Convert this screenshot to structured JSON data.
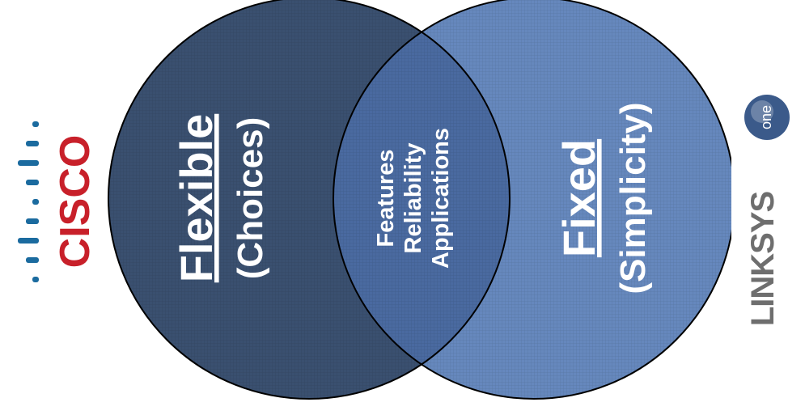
{
  "logos": {
    "left": {
      "name": "cisco"
    },
    "right": {
      "name": "Linksys One",
      "wordmark": "LINKSYS",
      "badge": "one"
    }
  },
  "venn": {
    "left_circle": {
      "title": "Flexible",
      "subtitle": "(Choices)"
    },
    "right_circle": {
      "title": "Fixed",
      "subtitle": "(Simplicity)"
    },
    "intersection": {
      "lines": [
        "Features",
        "Reliability",
        "Applications"
      ]
    }
  },
  "colors": {
    "left_fill": "#3a5070",
    "right_fill": "#6688bd",
    "intersection_fill": "#4a6aa0",
    "outline": "#000000",
    "text": "#ffffff",
    "cisco_red": "#c8202a",
    "cisco_blue": "#1b6b9f",
    "linksys_gray": "#6e6e6e",
    "linksys_badge": "#3b5a8a"
  }
}
